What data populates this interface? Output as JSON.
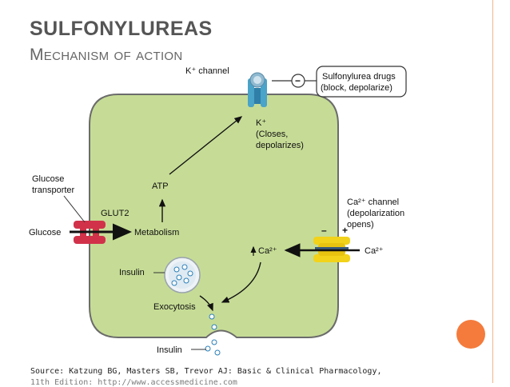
{
  "slide": {
    "title": "SULFONYLUREAS",
    "subtitle": "Mechanism of action",
    "accent_color": "#f47b3c",
    "border_color": "#f3b38a"
  },
  "diagram": {
    "cell_color": "#c6dc96",
    "labels": {
      "k_channel": "K⁺ channel",
      "sulfonylurea": "Sulfonylurea drugs",
      "sulfonylurea_2": "(block, depolarize)",
      "minus_sign": "−",
      "k_ion": "K⁺",
      "k_closes": "(Closes,",
      "k_depolarizes": "depolarizes)",
      "glucose_transporter": "Glucose",
      "glucose_transporter_2": "transporter",
      "atp": "ATP",
      "glut2": "GLUT2",
      "glucose": "Glucose",
      "metabolism": "Metabolism",
      "ca_channel": "Ca²⁺ channel",
      "ca_channel_2": "(depolarization",
      "ca_channel_3": "opens)",
      "minus": "–",
      "plus": "+",
      "ca_inside": "Ca²⁺",
      "ca_outside": "Ca²⁺",
      "insulin_granule": "Insulin",
      "exocytosis": "Exocytosis",
      "insulin_out": "Insulin"
    }
  },
  "source": {
    "line1": "Source: Katzung BG, Masters SB, Trevor AJ: Basic & Clinical Pharmacology,",
    "line2": "11th Edition: http://www.accessmedicine.com"
  }
}
